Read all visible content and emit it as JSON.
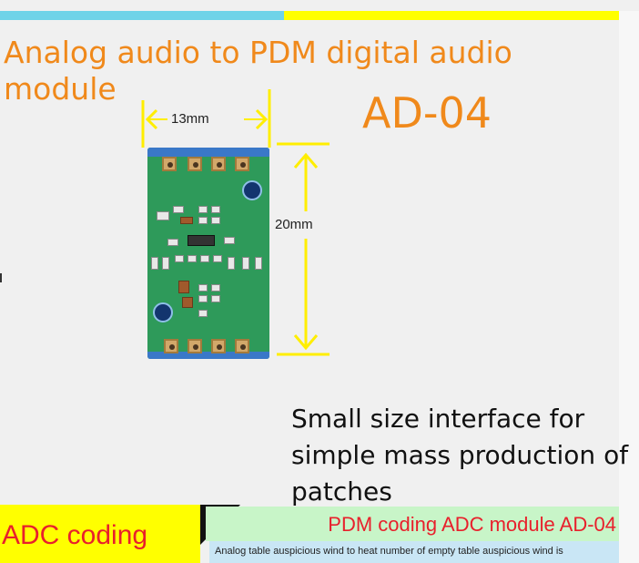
{
  "title": "Analog audio to PDM digital audio module",
  "model": "AD-04",
  "dimensions": {
    "width_label": "13mm",
    "height_label": "20mm"
  },
  "slogan": "Small size interface for simple mass production of patches",
  "footer": {
    "adc_label": "ADC coding",
    "pdm_label": "PDM coding ADC module AD-04",
    "note": "Analog table auspicious wind to heat number of empty table auspicious wind is"
  },
  "colors": {
    "accent_orange": "#f0891b",
    "guide_yellow": "#ffff00",
    "footer_red": "#e8202c",
    "pcb_green": "#2e9a5a"
  }
}
